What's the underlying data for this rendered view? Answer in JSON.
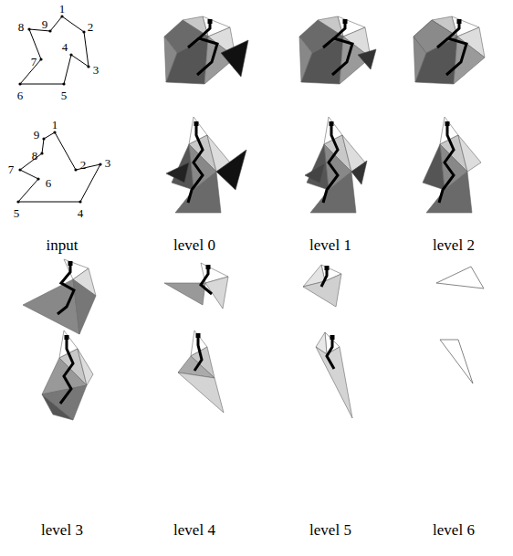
{
  "diagram": {
    "labels": [
      "1",
      "2",
      "3",
      "4",
      "5",
      "6",
      "7",
      "8",
      "9",
      "1",
      "2",
      "3",
      "4",
      "5",
      "6",
      "7",
      "8",
      "9",
      "input",
      "level 0",
      "level 1",
      "level 2",
      "level 3",
      "level 4",
      "level 5",
      "level 6"
    ]
  }
}
